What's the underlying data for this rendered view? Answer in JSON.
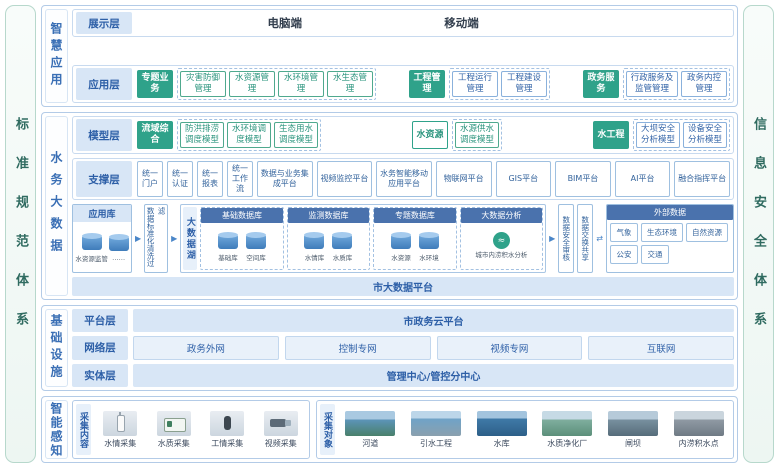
{
  "colors": {
    "accent_blue": "#3a6fb5",
    "accent_teal": "#2fa28a",
    "chip_bg": "#d8e6f6",
    "db_header_bg": "#4a72ad",
    "sidebar_text": "#2f6b60"
  },
  "icons": {
    "flow_arrow": "▶",
    "exchange_arrow": "⇄",
    "analysis_wave": "≈"
  },
  "frame": {
    "left_bar": "标准规范体系",
    "right_bar": "信息安全体系"
  },
  "smart_app": {
    "section_label": "智慧应用",
    "display": {
      "layer_label": "展示层",
      "pc": "电脑端",
      "mobile": "移动端"
    },
    "app": {
      "layer_label": "应用层",
      "g1_head": "专题业务",
      "g1_items": [
        "灾害防御管理",
        "水资源管理",
        "水环境管理",
        "水生态管理"
      ],
      "g2_head": "工程管理",
      "g2_items": [
        "工程运行管理",
        "工程建设管理"
      ],
      "g3_head": "政务服务",
      "g3_items": [
        "行政服务及监管管理",
        "政务内控管理"
      ]
    }
  },
  "big_data": {
    "section_label": "水务大数据",
    "model": {
      "layer_label": "模型层",
      "g1_head": "流域综合",
      "g1_items": [
        "防洪排涝调度模型",
        "水环境调度模型",
        "生态用水调度模型"
      ],
      "g2_head": "水资源",
      "g2_items": [
        "水源供水调度模型"
      ],
      "g3_head": "水工程",
      "g3_items": [
        "大坝安全分析模型",
        "设备安全分析模型"
      ]
    },
    "support": {
      "layer_label": "支撑层",
      "items": [
        "统一门户",
        "统一认证",
        "统一报表",
        "统一工作流",
        "数据与业务集成平台",
        "视频监控平台",
        "水务智能移动应用平台",
        "物联网平台",
        "GIS平台",
        "BIM平台",
        "AI平台",
        "融合指挥平台"
      ]
    },
    "flow": {
      "app_store": {
        "title": "应用库",
        "cylinders": [
          "水资源监管",
          "……"
        ]
      },
      "filter": "数据标准化清洗过滤",
      "lake": {
        "title": "大数据湖",
        "groups": [
          {
            "title": "基础数据库",
            "cylinders": [
              "基础库",
              "空间库"
            ]
          },
          {
            "title": "监测数据库",
            "cylinders": [
              "水情库",
              "水质库"
            ]
          },
          {
            "title": "专题数据库",
            "cylinders": [
              "水资源",
              "水环境"
            ]
          },
          {
            "title": "大数据分析",
            "analysis_label": "城市内涝积水分析"
          }
        ]
      },
      "audit": "数据安全审核",
      "exchange": "数据交换共享",
      "external": {
        "title": "外部数据",
        "items": [
          "气象",
          "生态环境",
          "自然资源",
          "公安",
          "交通"
        ]
      },
      "platform_bar": "市大数据平台"
    }
  },
  "infrastructure": {
    "section_label": "基础设施",
    "platform": {
      "layer_label": "平台层",
      "value": "市政务云平台"
    },
    "network": {
      "layer_label": "网络层",
      "items": [
        "政务外网",
        "控制专网",
        "视频专网",
        "互联网"
      ]
    },
    "physical": {
      "layer_label": "实体层",
      "value": "管理中心/管控分中心"
    }
  },
  "sensing": {
    "section_label": "智能感知",
    "content": {
      "title": "采集内容",
      "items": [
        "水情采集",
        "水质采集",
        "工情采集",
        "视频采集"
      ]
    },
    "objects": {
      "title": "采集对象",
      "items": [
        "河道",
        "引水工程",
        "水库",
        "水质净化厂",
        "闸坝",
        "内涝积水点"
      ]
    }
  }
}
